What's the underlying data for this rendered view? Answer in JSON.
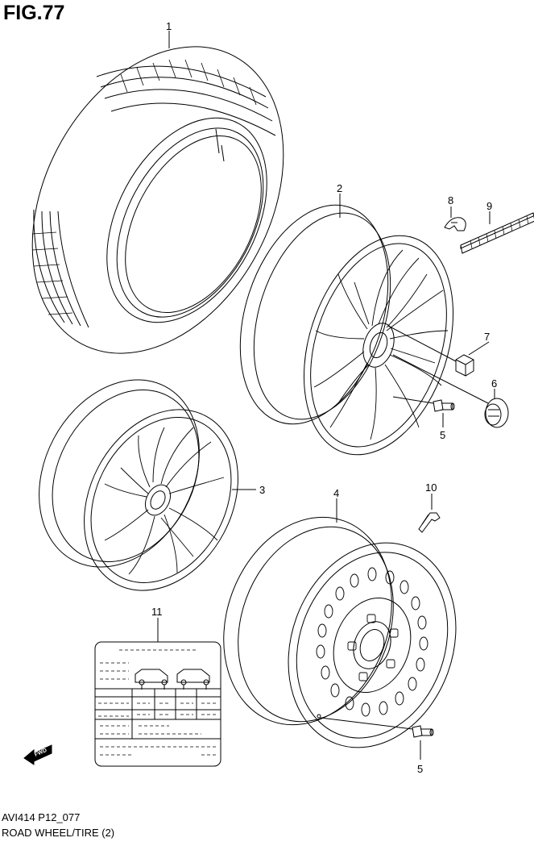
{
  "figure": {
    "title": "FIG.77"
  },
  "callouts": [
    {
      "id": "c1",
      "label": "1"
    },
    {
      "id": "c2",
      "label": "2"
    },
    {
      "id": "c3",
      "label": "3"
    },
    {
      "id": "c4",
      "label": "4"
    },
    {
      "id": "c5a",
      "label": "5"
    },
    {
      "id": "c5b",
      "label": "5"
    },
    {
      "id": "c6",
      "label": "6"
    },
    {
      "id": "c7",
      "label": "7"
    },
    {
      "id": "c8",
      "label": "8"
    },
    {
      "id": "c9",
      "label": "9"
    },
    {
      "id": "c10",
      "label": "10"
    },
    {
      "id": "c11",
      "label": "11"
    }
  ],
  "fwd_arrow": {
    "label": "FWD"
  },
  "footer": {
    "code": "AVI414 P12_077",
    "caption": "ROAD WHEEL/TIRE (2)"
  }
}
